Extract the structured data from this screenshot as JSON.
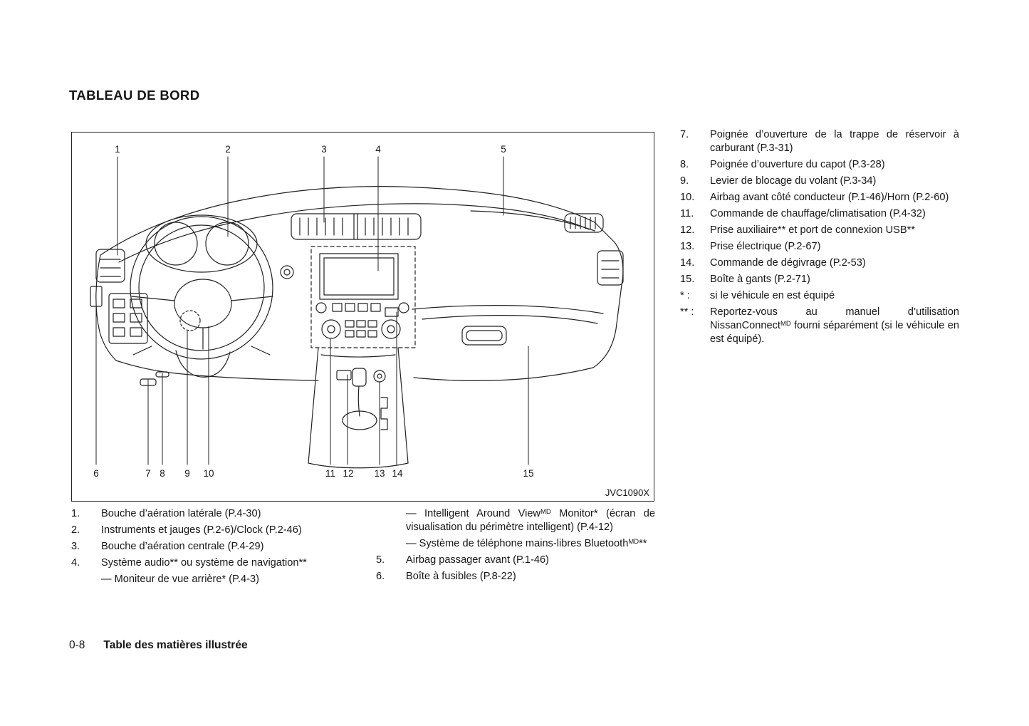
{
  "page": {
    "title": "TABLEAU DE BORD",
    "footer": {
      "page_number": "0-8",
      "label": "Table des matières illustrée"
    }
  },
  "figure": {
    "code": "JVC1090X",
    "callouts_top": [
      "1",
      "2",
      "3",
      "4",
      "5"
    ],
    "callouts_bottom": [
      "6",
      "7",
      "8",
      "9",
      "10",
      "11",
      "12",
      "13",
      "14",
      "15"
    ]
  },
  "left_list": {
    "items": [
      {
        "num": "1.",
        "text": "Bouche d’aération latérale (P.4-30)"
      },
      {
        "num": "2.",
        "text": "Instruments et jauges (P.2-6)/Clock (P.2-46)"
      },
      {
        "num": "3.",
        "text": "Bouche d’aération centrale (P.4-29)"
      },
      {
        "num": "4.",
        "text": "Système audio** ou système de navigation**"
      }
    ],
    "item4_sub1": "— Moniteur de vue arrière* (P.4-3)"
  },
  "mid_list": {
    "sub2": {
      "pre": "— Intelligent Around View",
      "sup": "MD",
      "post": " Monitor* (écran de visualisation du périmètre intelligent) (P.4-12)"
    },
    "sub3": {
      "pre": "— Système de téléphone mains-libres Bluetooth",
      "sup": "MD",
      "post": "**"
    },
    "items": [
      {
        "num": "5.",
        "text": "Airbag passager avant (P.1-46)"
      },
      {
        "num": "6.",
        "text": "Boîte à fusibles (P.8-22)"
      }
    ]
  },
  "right_list": {
    "items": [
      {
        "num": "7.",
        "text": "Poignée d’ouverture de la trappe de réservoir à carburant (P.3-31)"
      },
      {
        "num": "8.",
        "text": "Poignée d’ouverture du capot (P.3-28)"
      },
      {
        "num": "9.",
        "text": "Levier de blocage du volant (P.3-34)"
      },
      {
        "num": "10.",
        "text": "Airbag avant côté conducteur (P.1-46)/Horn (P.2-60)"
      },
      {
        "num": "11.",
        "text": "Commande de chauffage/climatisation (P.4-32)"
      },
      {
        "num": "12.",
        "text": "Prise auxiliaire** et port de connexion USB**"
      },
      {
        "num": "13.",
        "text": "Prise électrique (P.2-67)"
      },
      {
        "num": "14.",
        "text": "Commande de dégivrage (P.2-53)"
      },
      {
        "num": "15.",
        "text": "Boîte à gants (P.2-71)"
      }
    ],
    "note_star": {
      "num": "* :",
      "text": "si le véhicule en est équipé"
    },
    "note_dstar": {
      "num": "** :",
      "pre": "Reportez-vous au manuel d’utilisation NissanConnect",
      "sup": "MD",
      "post": " fourni séparément (si le véhicule en est équipé)."
    }
  }
}
